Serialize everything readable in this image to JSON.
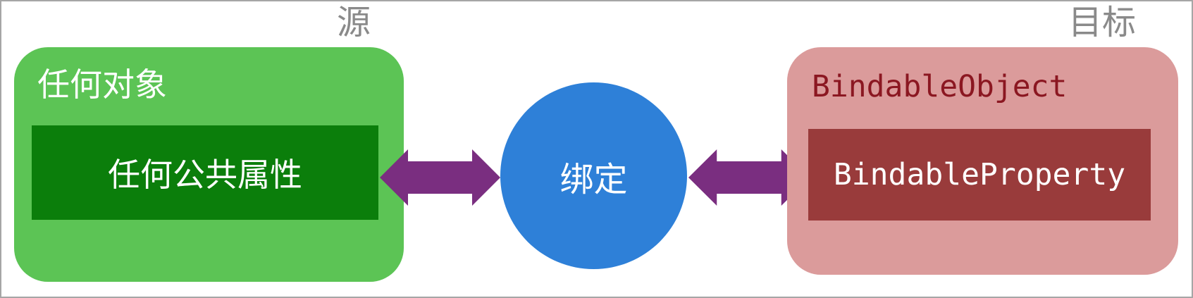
{
  "diagram": {
    "source_label": "源",
    "target_label": "目标",
    "source_box": {
      "title": "任何对象",
      "property": "任何公共属性"
    },
    "binding_circle": {
      "label": "绑定"
    },
    "target_box": {
      "title": "BindableObject",
      "property": "BindableProperty"
    },
    "icons": {
      "left_arrow": "double-headed-arrow",
      "right_arrow": "double-headed-arrow"
    },
    "colors": {
      "page_border": "#a6a6a6",
      "corner_label_text": "#8a8a8a",
      "source_box_bg": "#5cc455",
      "source_property_bg": "#0b7e0b",
      "binding_circle_bg": "#2e80d8",
      "arrow_fill": "#7a2e80",
      "target_box_bg": "#db9b9b",
      "target_title_text": "#8b1721",
      "target_property_bg": "#993b3b"
    }
  }
}
